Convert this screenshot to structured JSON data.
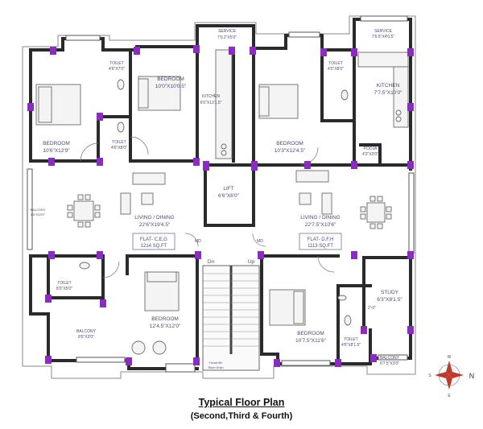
{
  "rooms": {
    "bedroom_top_left": {
      "name": "BEDROOM",
      "size": "10'6\"X12'9\""
    },
    "bedroom_top_middle": {
      "name": "BEDROOM",
      "size": "10'0\"X10'0.5\""
    },
    "toilet_top_left": {
      "name": "TOILET",
      "size": "4'6\"X7'0\""
    },
    "toilet_left_small": {
      "name": "TOILET",
      "size": "4'6\"X8'0\""
    },
    "service_top": {
      "name": "SERVICE",
      "size": "7'0.2\"X5'0\""
    },
    "kitchen_left": {
      "name": "KITCHEN",
      "size": "6'6\"X13'1.5\""
    },
    "toilet_top_right": {
      "name": "TOILET",
      "size": "4'5\"X8'0\""
    },
    "bedroom_top_right": {
      "name": "BEDROOM",
      "size": "10'3\"X12'4.5\""
    },
    "service_right": {
      "name": "SERVICE",
      "size": "7'6.5\"X4'0.5\""
    },
    "kitchen_right": {
      "name": "KITCHEN",
      "size": "7'7.5\"X10'0\""
    },
    "pooja": {
      "name": "POOJA",
      "size": "4'3\"X3'0\""
    },
    "lift": {
      "name": "LIFT",
      "size": "6'6\"X6'0\""
    },
    "living_left": {
      "name": "LIVING / DINING",
      "size": "22'6\"X19'4.5\""
    },
    "living_right": {
      "name": "LIVING / DINING",
      "size": "22'7.5\"X10'6\""
    },
    "balcony_left": {
      "name": "BALCONY",
      "size": "4'0\"X13'9\""
    },
    "toilet_bottom_left": {
      "name": "TOILET",
      "size": "8'0\"X5'0\""
    },
    "balcony_bottom_left": {
      "name": "BALCONY",
      "size": "8'6\"X3'0\""
    },
    "bedroom_bottom_left": {
      "name": "BEDROOM",
      "size": "12'4.5\"X12'0\""
    },
    "bedroom_bottom_right": {
      "name": "BEDROOM",
      "size": "10'7.5\"X11'6\""
    },
    "toilet_bottom_right": {
      "name": "TOILET",
      "size": "4'6\"X8'1.5\""
    },
    "study": {
      "name": "STUDY",
      "size": "6'3\"X8'1.5\""
    },
    "balcony_bottom_right": {
      "name": "BALCONY",
      "size": "6'7.5\"X3'0\""
    }
  },
  "flats": {
    "left": {
      "name": "FLAT- C,E,G",
      "area": "1214 SQ.FT"
    },
    "right": {
      "name": "FLAT- D,F,H",
      "area": "1113 SQ.FT"
    }
  },
  "labels": {
    "md_left": "MD",
    "md_right": "MD",
    "stair_dn": "Dn",
    "stair_up": "Up",
    "stair_note_1": "Tread 9in",
    "stair_note_2": "Riser 6½in",
    "wall_dim": "2'-0\""
  },
  "compass": {
    "w": "W",
    "e": "E",
    "s": "S",
    "n_big": "N"
  },
  "title": {
    "main": "Typical Floor Plan",
    "sub": "(Second,Third & Fourth)"
  },
  "colors": {
    "column": "#8a2bc4",
    "wall": "#2a2a2a",
    "label": "#4a4a70"
  }
}
